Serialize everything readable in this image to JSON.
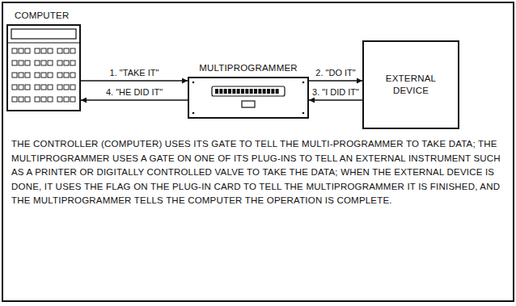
{
  "diagram": {
    "caption": "THE CONTROLLER (COMPUTER) USES ITS GATE TO TELL THE MULTI-PROGRAMMER TO TAKE DATA; THE MULTIPROGRAMMER USES A GATE ON ONE OF ITS PLUG-INS TO TELL AN EXTERNAL INSTRUMENT SUCH AS A PRINTER OR DIGITALLY CONTROLLED VALVE TO TAKE THE DATA; WHEN THE EXTERNAL DEVICE IS DONE, IT USES THE FLAG ON THE PLUG-IN CARD TO TELL THE MULTIPROGRAMMER IT IS FINISHED, AND THE MULTIPROGRAMMER TELLS THE COMPUTER THE OPERATION IS COMPLETE.",
    "nodes": [
      {
        "text": [
          "COMPUTER"
        ]
      },
      {
        "text": [
          "MULTIPROGRAMMER"
        ]
      },
      {
        "text": [
          "EXTERNAL DEVICE"
        ]
      }
    ],
    "edges": [
      {
        "from": 0,
        "to": 1,
        "label": "1. \"TAKE IT\"",
        "arrow": "to"
      },
      {
        "from": 1,
        "to": 2,
        "label": "2. \"DO IT\"",
        "arrow": "to"
      },
      {
        "from": 2,
        "to": 1,
        "label": "3. \"I DID IT\"",
        "arrow": "to"
      },
      {
        "from": 1,
        "to": 0,
        "label": "4. \"HE DID IT\"",
        "arrow": "to"
      }
    ]
  }
}
